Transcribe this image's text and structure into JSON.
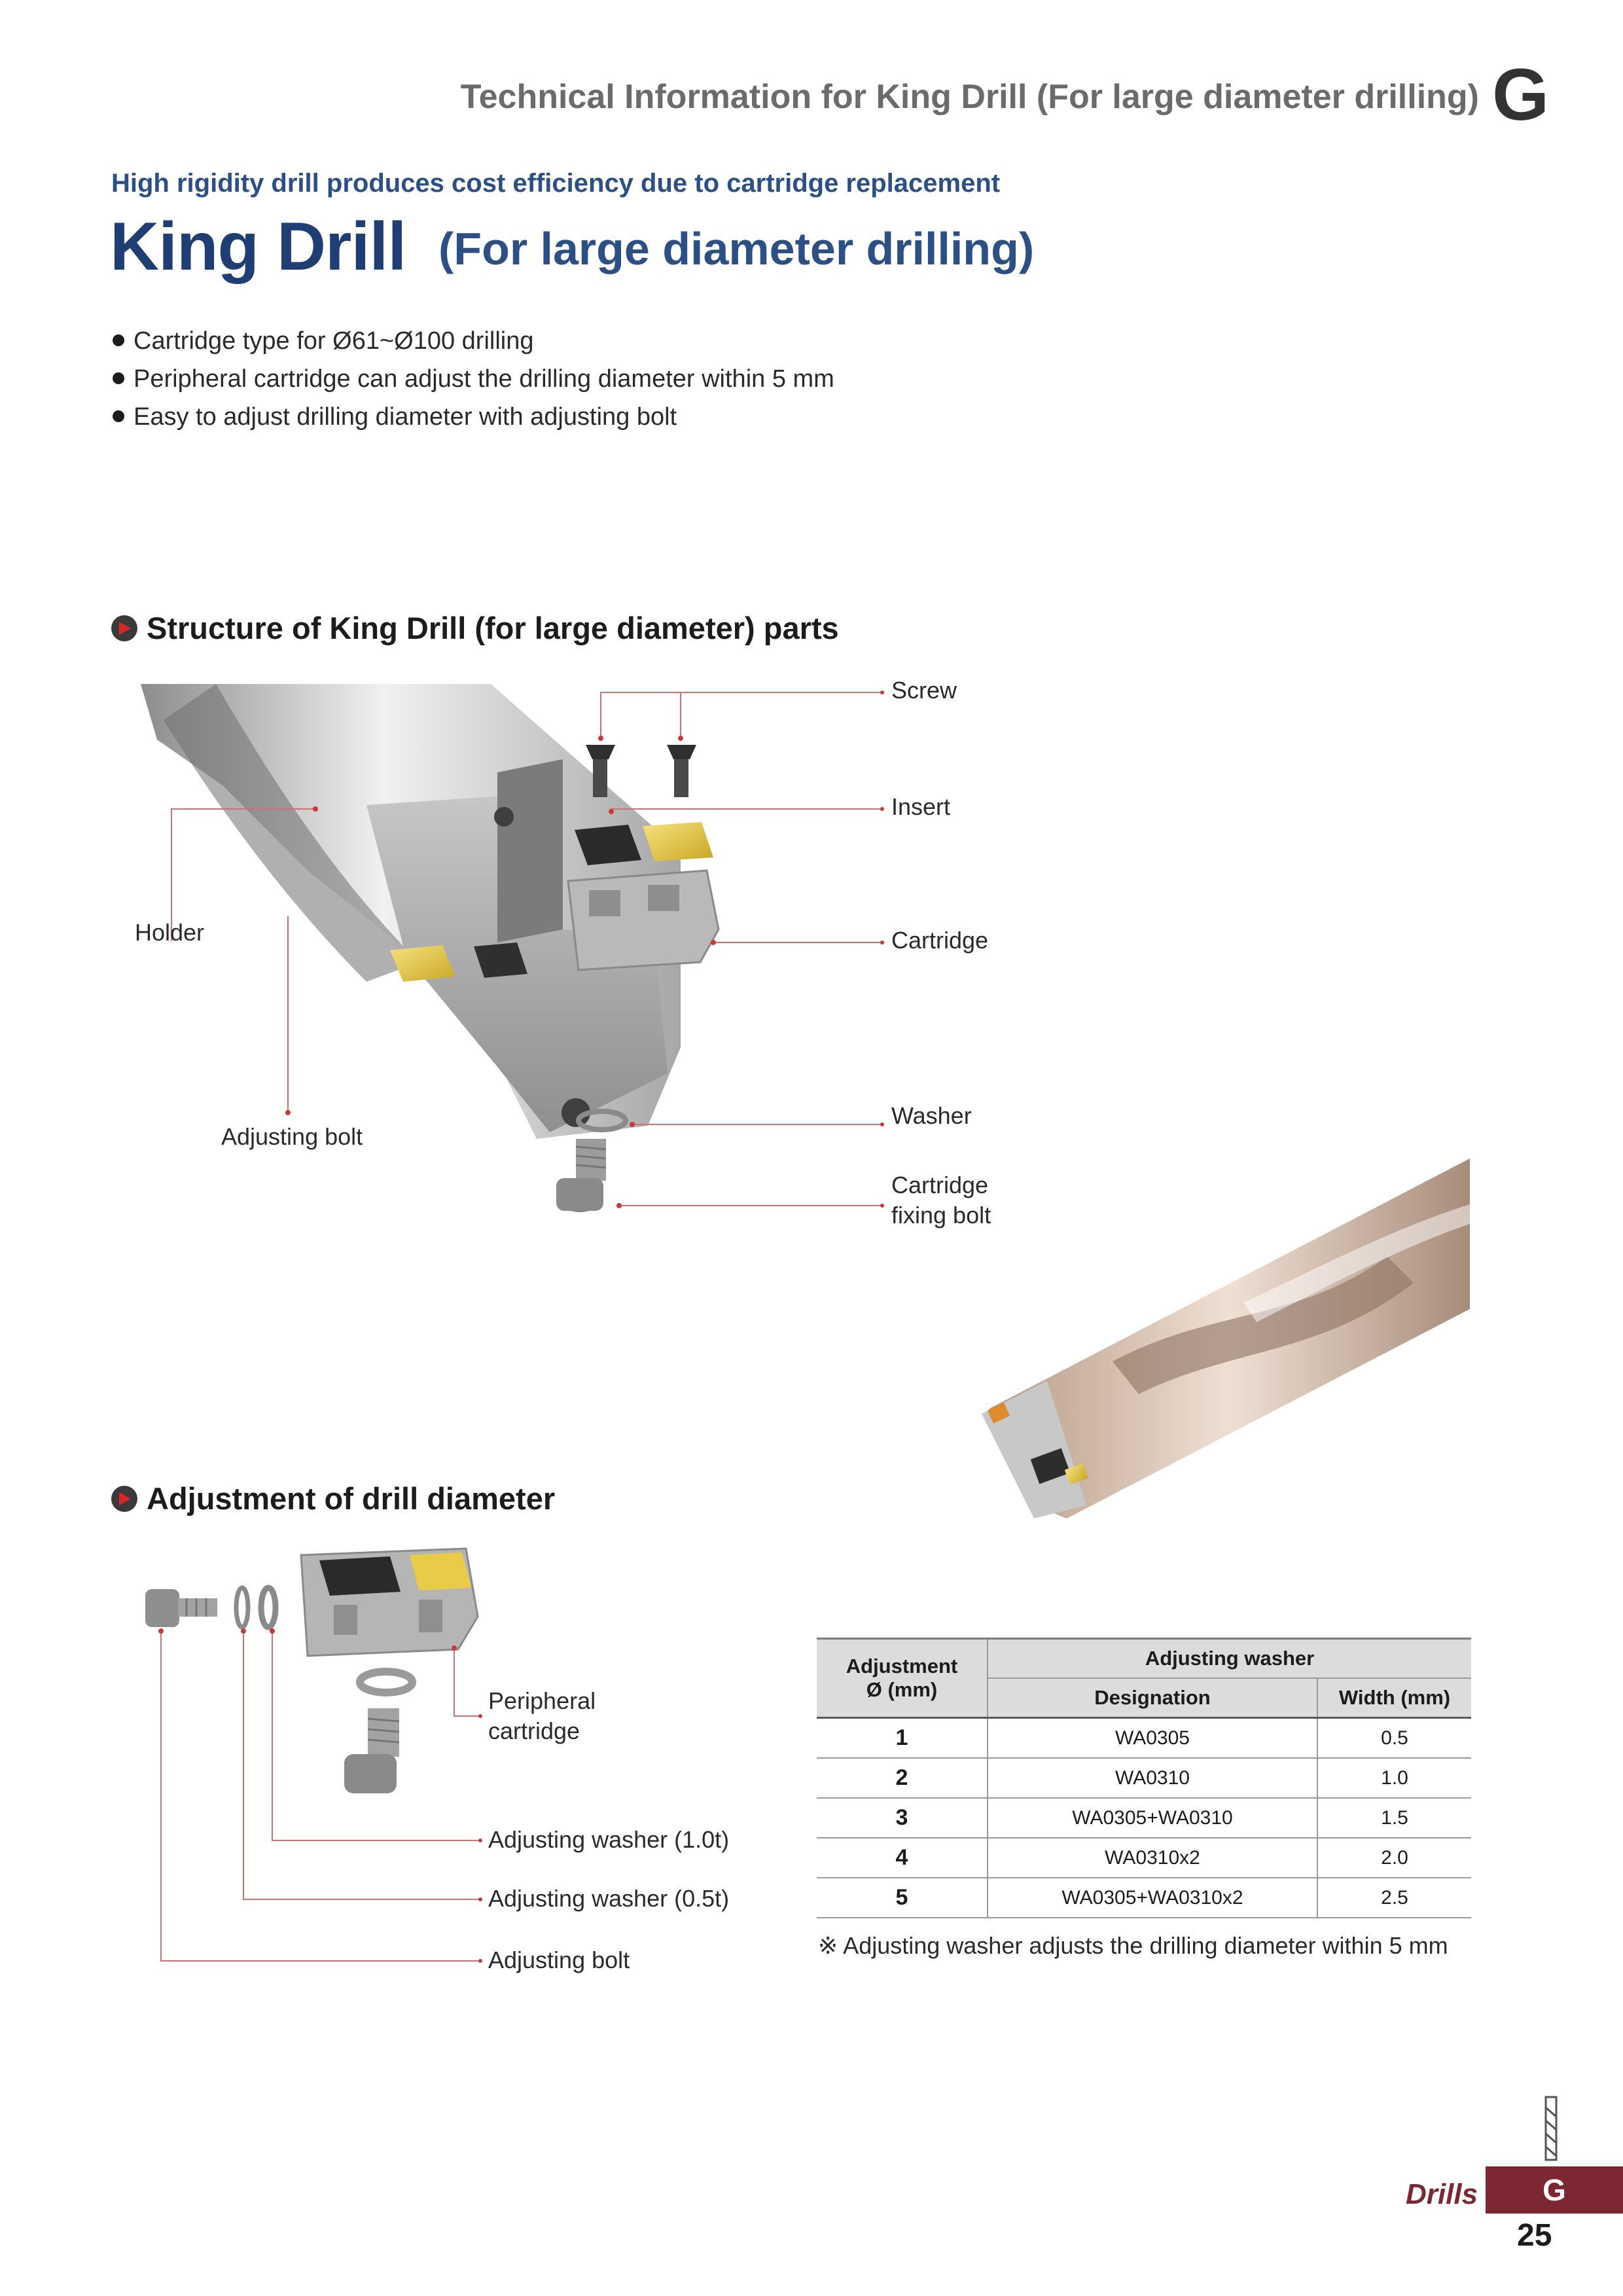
{
  "header": {
    "title": "Technical Information for King Drill (For large diameter drilling)",
    "section_letter": "G"
  },
  "tagline": "High rigidity drill produces cost efficiency due to cartridge replacement",
  "product": {
    "name": "King Drill",
    "subtitle": "(For large diameter drilling)"
  },
  "features": [
    "Cartridge type for Ø61~Ø100 drilling",
    "Peripheral cartridge can adjust the drilling diameter within 5 mm",
    "Easy to adjust drilling diameter with adjusting bolt"
  ],
  "structure": {
    "title": "Structure of King Drill (for large diameter) parts",
    "labels": {
      "screw": "Screw",
      "insert": "Insert",
      "holder": "Holder",
      "cartridge": "Cartridge",
      "adjusting_bolt": "Adjusting bolt",
      "washer": "Washer",
      "fixing_bolt_line1": "Cartridge",
      "fixing_bolt_line2": "fixing bolt"
    }
  },
  "adjustment": {
    "title": "Adjustment of drill diameter",
    "labels": {
      "peripheral_line1": "Peripheral",
      "peripheral_line2": "cartridge",
      "washer_10": "Adjusting washer (1.0t)",
      "washer_05": "Adjusting washer (0.5t)",
      "bolt": "Adjusting bolt"
    }
  },
  "table": {
    "col_adjust_line1": "Adjustment",
    "col_adjust_line2": "Ø (mm)",
    "group_header": "Adjusting washer",
    "col_designation": "Designation",
    "col_width": "Width (mm)",
    "rows": [
      {
        "adjust": "1",
        "designation": "WA0305",
        "width": "0.5"
      },
      {
        "adjust": "2",
        "designation": "WA0310",
        "width": "1.0"
      },
      {
        "adjust": "3",
        "designation": "WA0305+WA0310",
        "width": "1.5"
      },
      {
        "adjust": "4",
        "designation": "WA0310x2",
        "width": "2.0"
      },
      {
        "adjust": "5",
        "designation": "WA0305+WA0310x2",
        "width": "2.5"
      }
    ],
    "note": "※ Adjusting washer adjusts the drilling diameter within 5 mm"
  },
  "footer": {
    "section_name": "Drills",
    "tab_letter": "G",
    "page_number": "25"
  }
}
